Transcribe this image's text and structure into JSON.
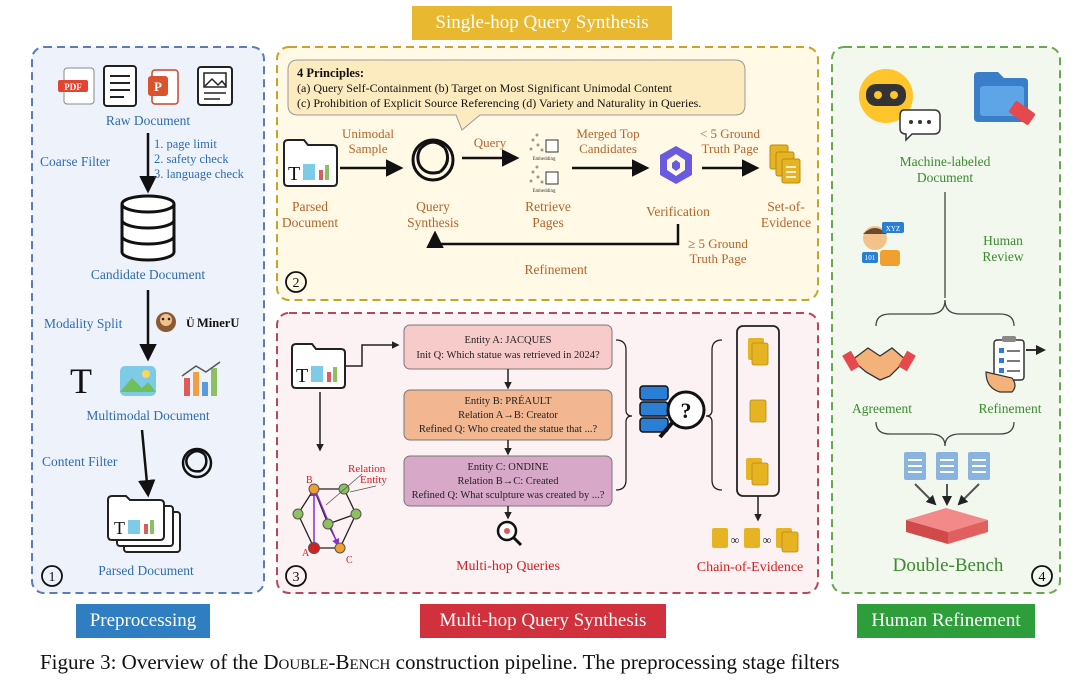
{
  "section_titles": {
    "single_hop": "Single-hop Query Synthesis",
    "preprocessing": "Preprocessing",
    "multi_hop": "Multi-hop Query Synthesis",
    "human_refinement": "Human Refinement"
  },
  "panel_numbers": {
    "p1": "①",
    "p2": "②",
    "p3": "③",
    "p4": "④"
  },
  "preprocessing": {
    "raw_document": "Raw Document",
    "coarse_filter": "Coarse Filter",
    "filter_items": [
      "1.  page limit",
      "2.  safety check",
      "3.  language check"
    ],
    "candidate_document": "Candidate Document",
    "modality_split": "Modality Split",
    "mineru": "MinerU",
    "multimodal_document": "Multimodal Document",
    "content_filter": "Content Filter",
    "parsed_document": "Parsed Document",
    "pdf_label": "PDF"
  },
  "single_hop": {
    "principles_title": "4 Principles:",
    "principles_line1": "(a) Query Self-Containment  (b) Target on Most Significant Unimodal Content",
    "principles_line2": "(c) Prohibition of Explicit Source Referencing  (d) Variety and Naturality in Queries.",
    "unimodal_sample": [
      "Unimodal",
      "Sample"
    ],
    "parsed_document": [
      "Parsed",
      "Document"
    ],
    "query": "Query",
    "query_synthesis": [
      "Query",
      "Synthesis"
    ],
    "embedding": "Embedding",
    "retrieve_pages": [
      "Retrieve",
      "Pages"
    ],
    "merged_top": [
      "Merged Top",
      "Candidates"
    ],
    "verification": "Verification",
    "lt5": [
      "< 5 Ground",
      "Truth Page"
    ],
    "set_of_evidence": [
      "Set-of-",
      "Evidence"
    ],
    "ge5": [
      "≥ 5 Ground",
      "Truth Page"
    ],
    "refinement": "Refinement"
  },
  "multi_hop": {
    "entity_a": [
      "Entity A: JACQUES",
      "Init Q: Which statue was retrieved in 2024?"
    ],
    "entity_b": [
      "Entity B: PRÉAULT",
      "Relation A→B: Creator",
      "Refined Q: Who created the statue that ...?"
    ],
    "entity_c": [
      "Entity C: ONDINE",
      "Relation B→C: Created",
      "Refined Q: What sculpture was created by ...?"
    ],
    "relation": "Relation",
    "entity": "Entity",
    "node_a": "A",
    "node_b": "B",
    "node_c": "C",
    "multi_hop_queries": "Multi-hop Queries",
    "chain_of_evidence": "Chain-of-Evidence"
  },
  "human_refinement": {
    "machine_labeled": [
      "Machine-labeled",
      "Document"
    ],
    "human_review": [
      "Human",
      "Review"
    ],
    "agreement": "Agreement",
    "refinement": "Refinement",
    "double_bench": "Double-Bench",
    "xyz": "XYZ",
    "code": "101"
  },
  "caption": {
    "prefix": "Figure 3: Overview of the ",
    "name": "Double-Bench",
    "suffix": " construction pipeline. The preprocessing stage filters"
  },
  "colors": {
    "blue_border": "#5b7bbd",
    "blue_bg": "#eef3fb",
    "blue_title": "#2f7ec2",
    "blue_text": "#2e6bb3",
    "yellow_border": "#c9a227",
    "yellow_bg": "#fff9e6",
    "yellow_title": "#e8b830",
    "red_border": "#b5495b",
    "red_bg": "#fcf1f3",
    "red_title": "#d0313c",
    "red_text": "#d42020",
    "green_border": "#6aa84f",
    "green_bg": "#f2f8ee",
    "green_title": "#2e9e3b",
    "green_text": "#3b8a2e",
    "brown_text": "#b5652a"
  }
}
